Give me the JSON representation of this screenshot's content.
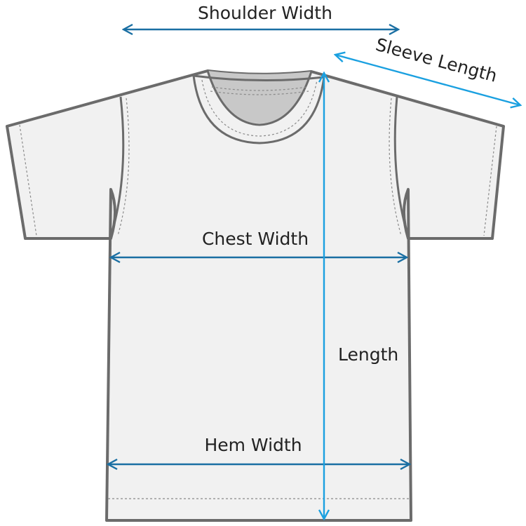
{
  "labels": {
    "shoulder_width": "Shoulder Width",
    "sleeve_length": "Sleeve Length",
    "chest_width": "Chest Width",
    "length": "Length",
    "hem_width": "Hem Width"
  },
  "colors": {
    "garment_fill": "#f1f1f1",
    "garment_outline": "#6b6b6b",
    "collar_inner": "#c8c8c8",
    "stitch": "#8a8a8a",
    "arrow_dark_blue": "#1a6fa3",
    "arrow_light_blue": "#1aa0e0",
    "text": "#222222"
  }
}
